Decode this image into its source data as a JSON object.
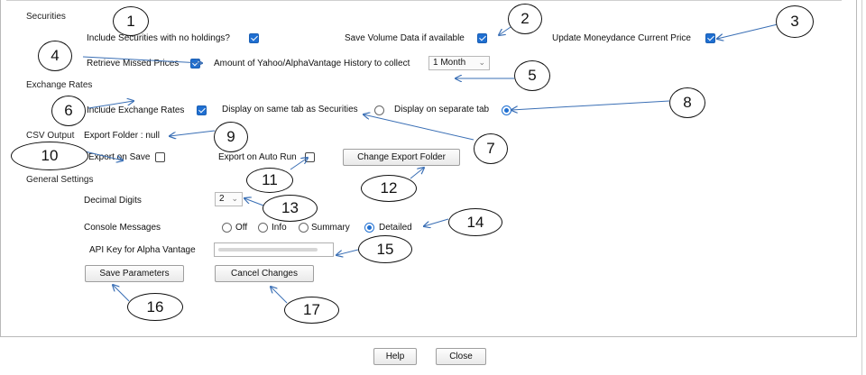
{
  "securities": {
    "section_label": "Securities",
    "include_no_holdings_label": "Include Securities with no holdings?",
    "save_volume_label": "Save Volume Data if available",
    "update_price_label": "Update Moneydance Current Price",
    "retrieve_missed_label": "Retrieve Missed Prices",
    "history_label": "Amount of Yahoo/AlphaVantage History to collect",
    "history_value": "1 Month"
  },
  "exchange": {
    "section_label": "Exchange Rates",
    "include_label": "Include Exchange Rates",
    "same_tab_label": "Display on same tab as Securities",
    "separate_tab_label": "Display on separate tab"
  },
  "csv": {
    "section_label": "CSV Output",
    "export_folder_label": "Export Folder : null",
    "export_on_save_label": "Export on Save",
    "export_auto_run_label": "Export on Auto Run",
    "change_folder_button": "Change Export Folder"
  },
  "general": {
    "section_label": "General Settings",
    "decimal_label": "Decimal Digits",
    "decimal_value": "2",
    "console_label": "Console Messages",
    "console_options": [
      "Off",
      "Info",
      "Summary",
      "Detailed"
    ],
    "console_selected": "Detailed",
    "api_key_label": "API Key for Alpha Vantage"
  },
  "actions": {
    "save_params": "Save Parameters",
    "cancel_changes": "Cancel Changes",
    "help": "Help",
    "close": "Close"
  },
  "callouts": [
    "1",
    "2",
    "3",
    "4",
    "5",
    "6",
    "7",
    "8",
    "9",
    "10",
    "11",
    "12",
    "13",
    "14",
    "15",
    "16",
    "17"
  ],
  "states": {
    "include_no_holdings": true,
    "save_volume": true,
    "update_price": true,
    "retrieve_missed": true,
    "include_exchange": true,
    "exchange_display": "separate",
    "export_on_save": false,
    "export_auto_run": false
  },
  "colors": {
    "accent": "#1f6fd1",
    "arrow": "#3a6fb5"
  }
}
